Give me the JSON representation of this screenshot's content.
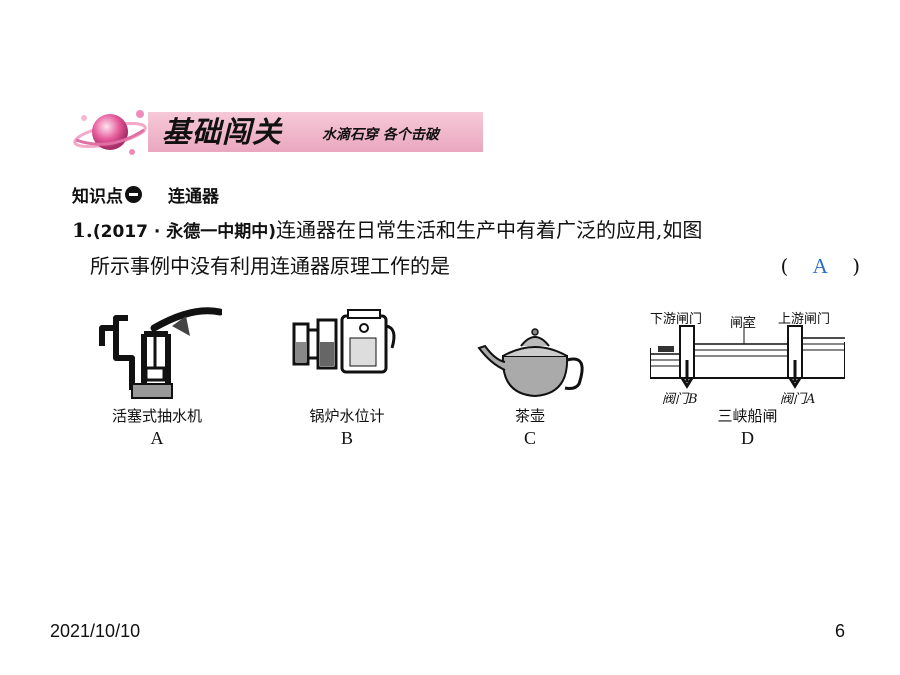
{
  "banner": {
    "title": "基础闯关",
    "motto": "水滴石穿 各个击破"
  },
  "section": {
    "label": "知识点",
    "number": "一",
    "topic": "连通器"
  },
  "question": {
    "number": "1.",
    "source": "(2017 · 永德一中期中)",
    "text_line1": "连通器在日常生活和生产中有着广泛的应用,如图",
    "text_line2": "所示事例中没有利用连通器原理工作的是",
    "bracket_open": "(",
    "answer": "A",
    "bracket_close": ")"
  },
  "figures": [
    {
      "caption": "活塞式抽水机",
      "letter": "A"
    },
    {
      "caption": "锅炉水位计",
      "letter": "B"
    },
    {
      "caption": "茶壶",
      "letter": "C"
    },
    {
      "caption": "三峡船闸",
      "letter": "D",
      "labels": {
        "downstream_gate": "下游闸门",
        "chamber": "闸室",
        "upstream_gate": "上游闸门",
        "valve_b": "阀门B",
        "valve_a": "阀门A"
      }
    }
  ],
  "footer": {
    "date": "2021/10/10",
    "page": "6"
  },
  "colors": {
    "banner_pink": "#eaa7bf",
    "answer_blue": "#2a6fc7",
    "planet_pink": "#e55a9a"
  }
}
